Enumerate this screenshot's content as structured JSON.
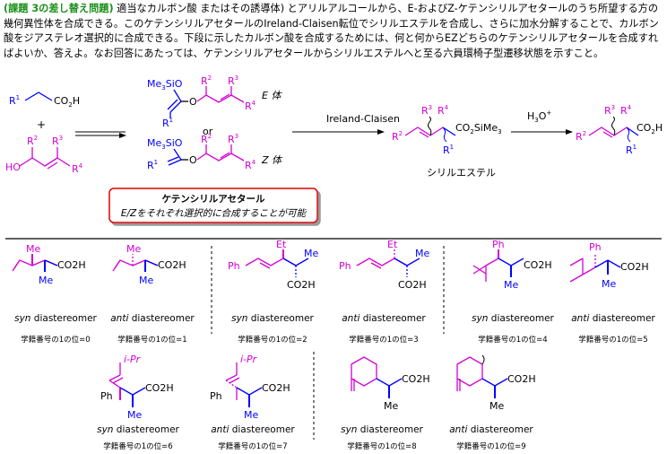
{
  "intro": {
    "label": "(課題 3の差し替え問題)",
    "text": " 適当なカルボン酸 またはその誘導体) とアリルアルコールから、E-およびZ-ケテンシリルアセタールのうち所望する方の幾何異性体を合成できる。このケテンシリルアセタールのIreland-Claisen転位でシリルエステルを合成し、さらに加水分解することで、カルボン酸をジアステレオ選択的に合成できる。下段に示したカルボン酸を合成するためには、何と何からEZどちらのケテンシリルアセタールを合成すればよいか、答えよ。なお回答にあたっては、ケテンシリルアセタールからシリルエステルへと至る六員環椅子型遷移状態を示すこと。"
  },
  "scheme": {
    "r1": "R",
    "sup1": "1",
    "co2h": "CO",
    "sub2": "2",
    "h": "H",
    "plus": "+",
    "ho": "HO",
    "r": "R",
    "s2": "2",
    "s3": "3",
    "s4": "4",
    "me3sio": "Me",
    "sub3": "3",
    "sio": "SiO",
    "o": "O",
    "or": "or",
    "e_label": "E 体",
    "z_label": "Z 体",
    "box_title": "ケテンシリルアセタール",
    "box_sub": "E/Zをそれぞれ選択的に合成することが可能",
    "ireland": "Ireland-Claisen",
    "co2sime3": "CO",
    "sime": "SiMe",
    "silyl_ester": "シリルエステル",
    "h3o": "H",
    "h3o_sub": "3",
    "h3o_o": "O",
    "h3o_plus": "+"
  },
  "targets": [
    {
      "caption_style": "syn",
      "caption_rest": " diastereomer",
      "number_label": "学籍番号の1の位=0",
      "subs": [
        "Me",
        "CO2H",
        "Me"
      ]
    },
    {
      "caption_style": "anti",
      "caption_rest": " diastereomer",
      "number_label": "学籍番号の1の位=1",
      "subs": [
        "Me",
        "CO2H",
        "Me"
      ]
    },
    {
      "caption_style": "syn",
      "caption_rest": " diastereomer",
      "number_label": "学籍番号の1の位=2",
      "subs": [
        "Et",
        "Me",
        "Ph",
        "CO2H"
      ]
    },
    {
      "caption_style": "anti",
      "caption_rest": " diastereomer",
      "number_label": "学籍番号の1の位=3",
      "subs": [
        "Et",
        "Me",
        "Ph",
        "CO2H"
      ]
    },
    {
      "caption_style": "syn",
      "caption_rest": " diastereomer",
      "number_label": "学籍番号の1の位=4",
      "subs": [
        "Ph",
        "CO2H",
        "Me"
      ]
    },
    {
      "caption_style": "anti",
      "caption_rest": " diastereomer",
      "number_label": "学籍番号の1の位=5",
      "subs": [
        "Ph",
        "CO2H",
        "Me"
      ]
    },
    {
      "caption_style": "syn",
      "caption_rest": " diastereomer",
      "number_label": "学籍番号の1の位=6",
      "subs": [
        "i-Pr",
        "Ph",
        "CO2H",
        "Me"
      ]
    },
    {
      "caption_style": "anti",
      "caption_rest": " diastereomer",
      "number_label": "学籍番号の1の位=7",
      "subs": [
        "i-Pr",
        "Ph",
        "CO2H",
        "Me"
      ]
    },
    {
      "caption_style": "syn",
      "caption_rest": " diastereomer",
      "number_label": "学籍番号の1の位=8",
      "subs": [
        "CO2H",
        "Me"
      ]
    },
    {
      "caption_style": "anti",
      "caption_rest": " diastereomer",
      "number_label": "学籍番号の1の位=9",
      "subs": [
        "CO2H",
        "Me"
      ]
    }
  ],
  "colors": {
    "blue": "#0000ff",
    "magenta": "#d400d4",
    "red": "#e00000",
    "green": "#1a8f1a"
  }
}
